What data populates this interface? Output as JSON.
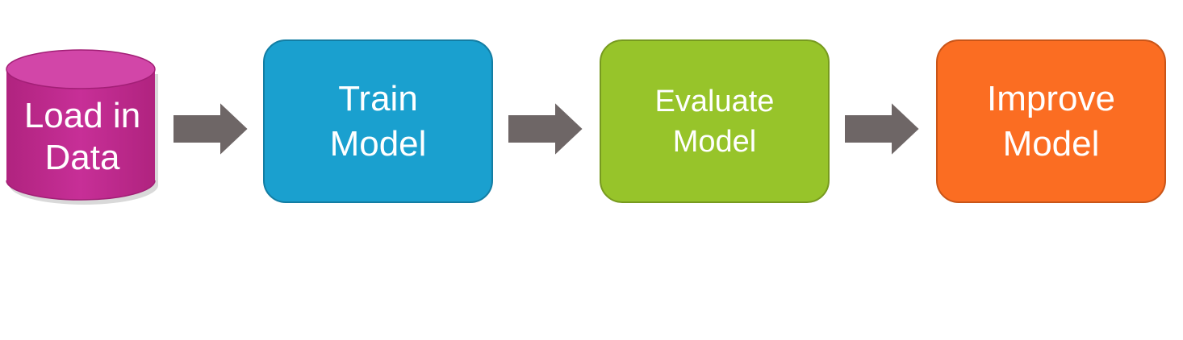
{
  "nodes": {
    "load": {
      "label": "Load in\nData",
      "color": "#c22c93"
    },
    "train": {
      "label": "Train\nModel",
      "color": "#1aa0cf"
    },
    "evaluate": {
      "label": "Evaluate\nModel",
      "color": "#97c42a"
    },
    "improve": {
      "label": "Improve\nModel",
      "color": "#fb6d22"
    }
  },
  "arrow_color": "#6e6666"
}
